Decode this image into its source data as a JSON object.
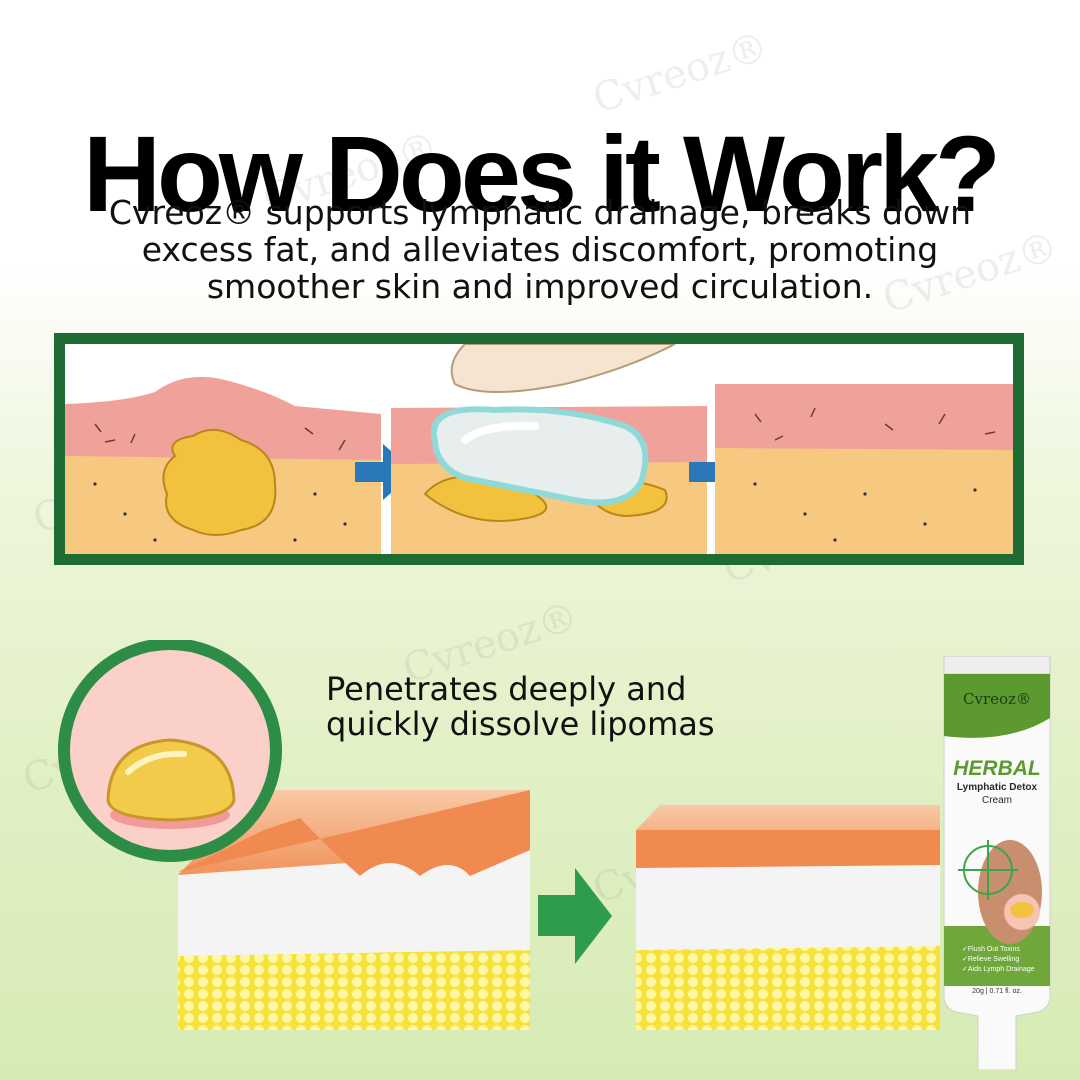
{
  "heading": "How Does it Work?",
  "subtext": {
    "line1": "Cvreoz® supports lymphatic drainage, breaks down",
    "line2": "excess fat, and alleviates discomfort, promoting",
    "line3": "smoother skin and improved circulation."
  },
  "penetrates": {
    "line1": "Penetrates deeply and",
    "line2": "quickly dissolve lipomas"
  },
  "watermark": "Cvreoz®",
  "product": {
    "brand": "Cvreoz®",
    "name": "HERBAL",
    "line1": "Lymphatic Detox",
    "line2": "Cream",
    "benefits": [
      "Flush Out Toxins",
      "Relieve Swelling",
      "Aids Lymph Drainage"
    ],
    "size": "20g | 0.71 fl. oz."
  },
  "colors": {
    "panel_border": "#1f6b34",
    "skin": "#f0a29a",
    "fat": "#f6c880",
    "lipoma": "#f2c23e",
    "arrow_blue": "#2a78b8",
    "arrow_green": "#2f9b4c",
    "circle_border": "#2d8c46",
    "tube_green": "#5c9a2f"
  }
}
